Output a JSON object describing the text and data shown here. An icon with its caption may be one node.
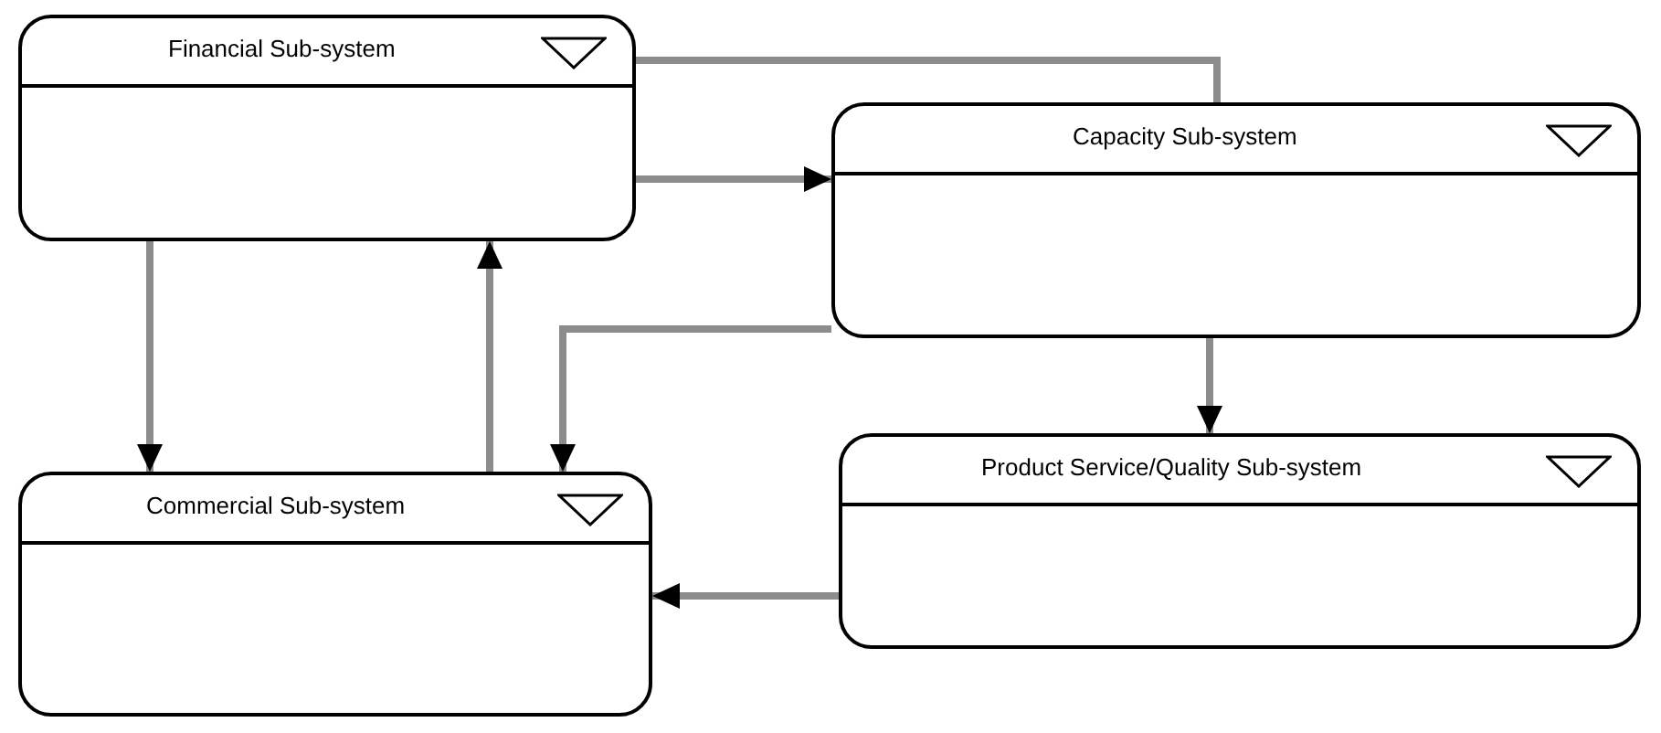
{
  "diagram": {
    "nodes": [
      {
        "text": [
          "Financial Sub-system"
        ]
      },
      {
        "text": [
          "Capacity Sub-system"
        ]
      },
      {
        "text": [
          "Commercial Sub-system"
        ]
      },
      {
        "text": [
          "Product Service/Quality Sub-system"
        ]
      }
    ],
    "edges": [
      {
        "from": 0,
        "to": 1,
        "arrow": "none"
      },
      {
        "from": 0,
        "to": 1,
        "arrow": "to"
      },
      {
        "from": 0,
        "to": 2,
        "arrow": "to"
      },
      {
        "from": 2,
        "to": 0,
        "arrow": "to"
      },
      {
        "from": 1,
        "to": 2,
        "arrow": "to"
      },
      {
        "from": 1,
        "to": 3,
        "arrow": "to"
      },
      {
        "from": 3,
        "to": 2,
        "arrow": "to"
      }
    ]
  }
}
